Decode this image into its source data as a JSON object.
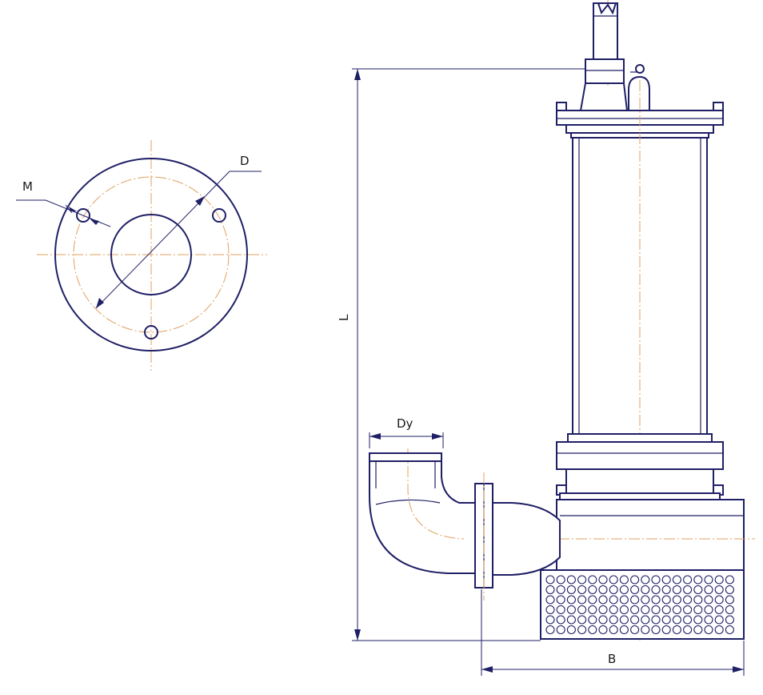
{
  "labels": {
    "M": "M",
    "D": "D",
    "L": "L",
    "Dy": "Dy",
    "B": "B"
  },
  "colors": {
    "outline": "#1f1f66",
    "centerline": "#e0a060",
    "text": "#1a1a1a",
    "background": "#ffffff"
  }
}
